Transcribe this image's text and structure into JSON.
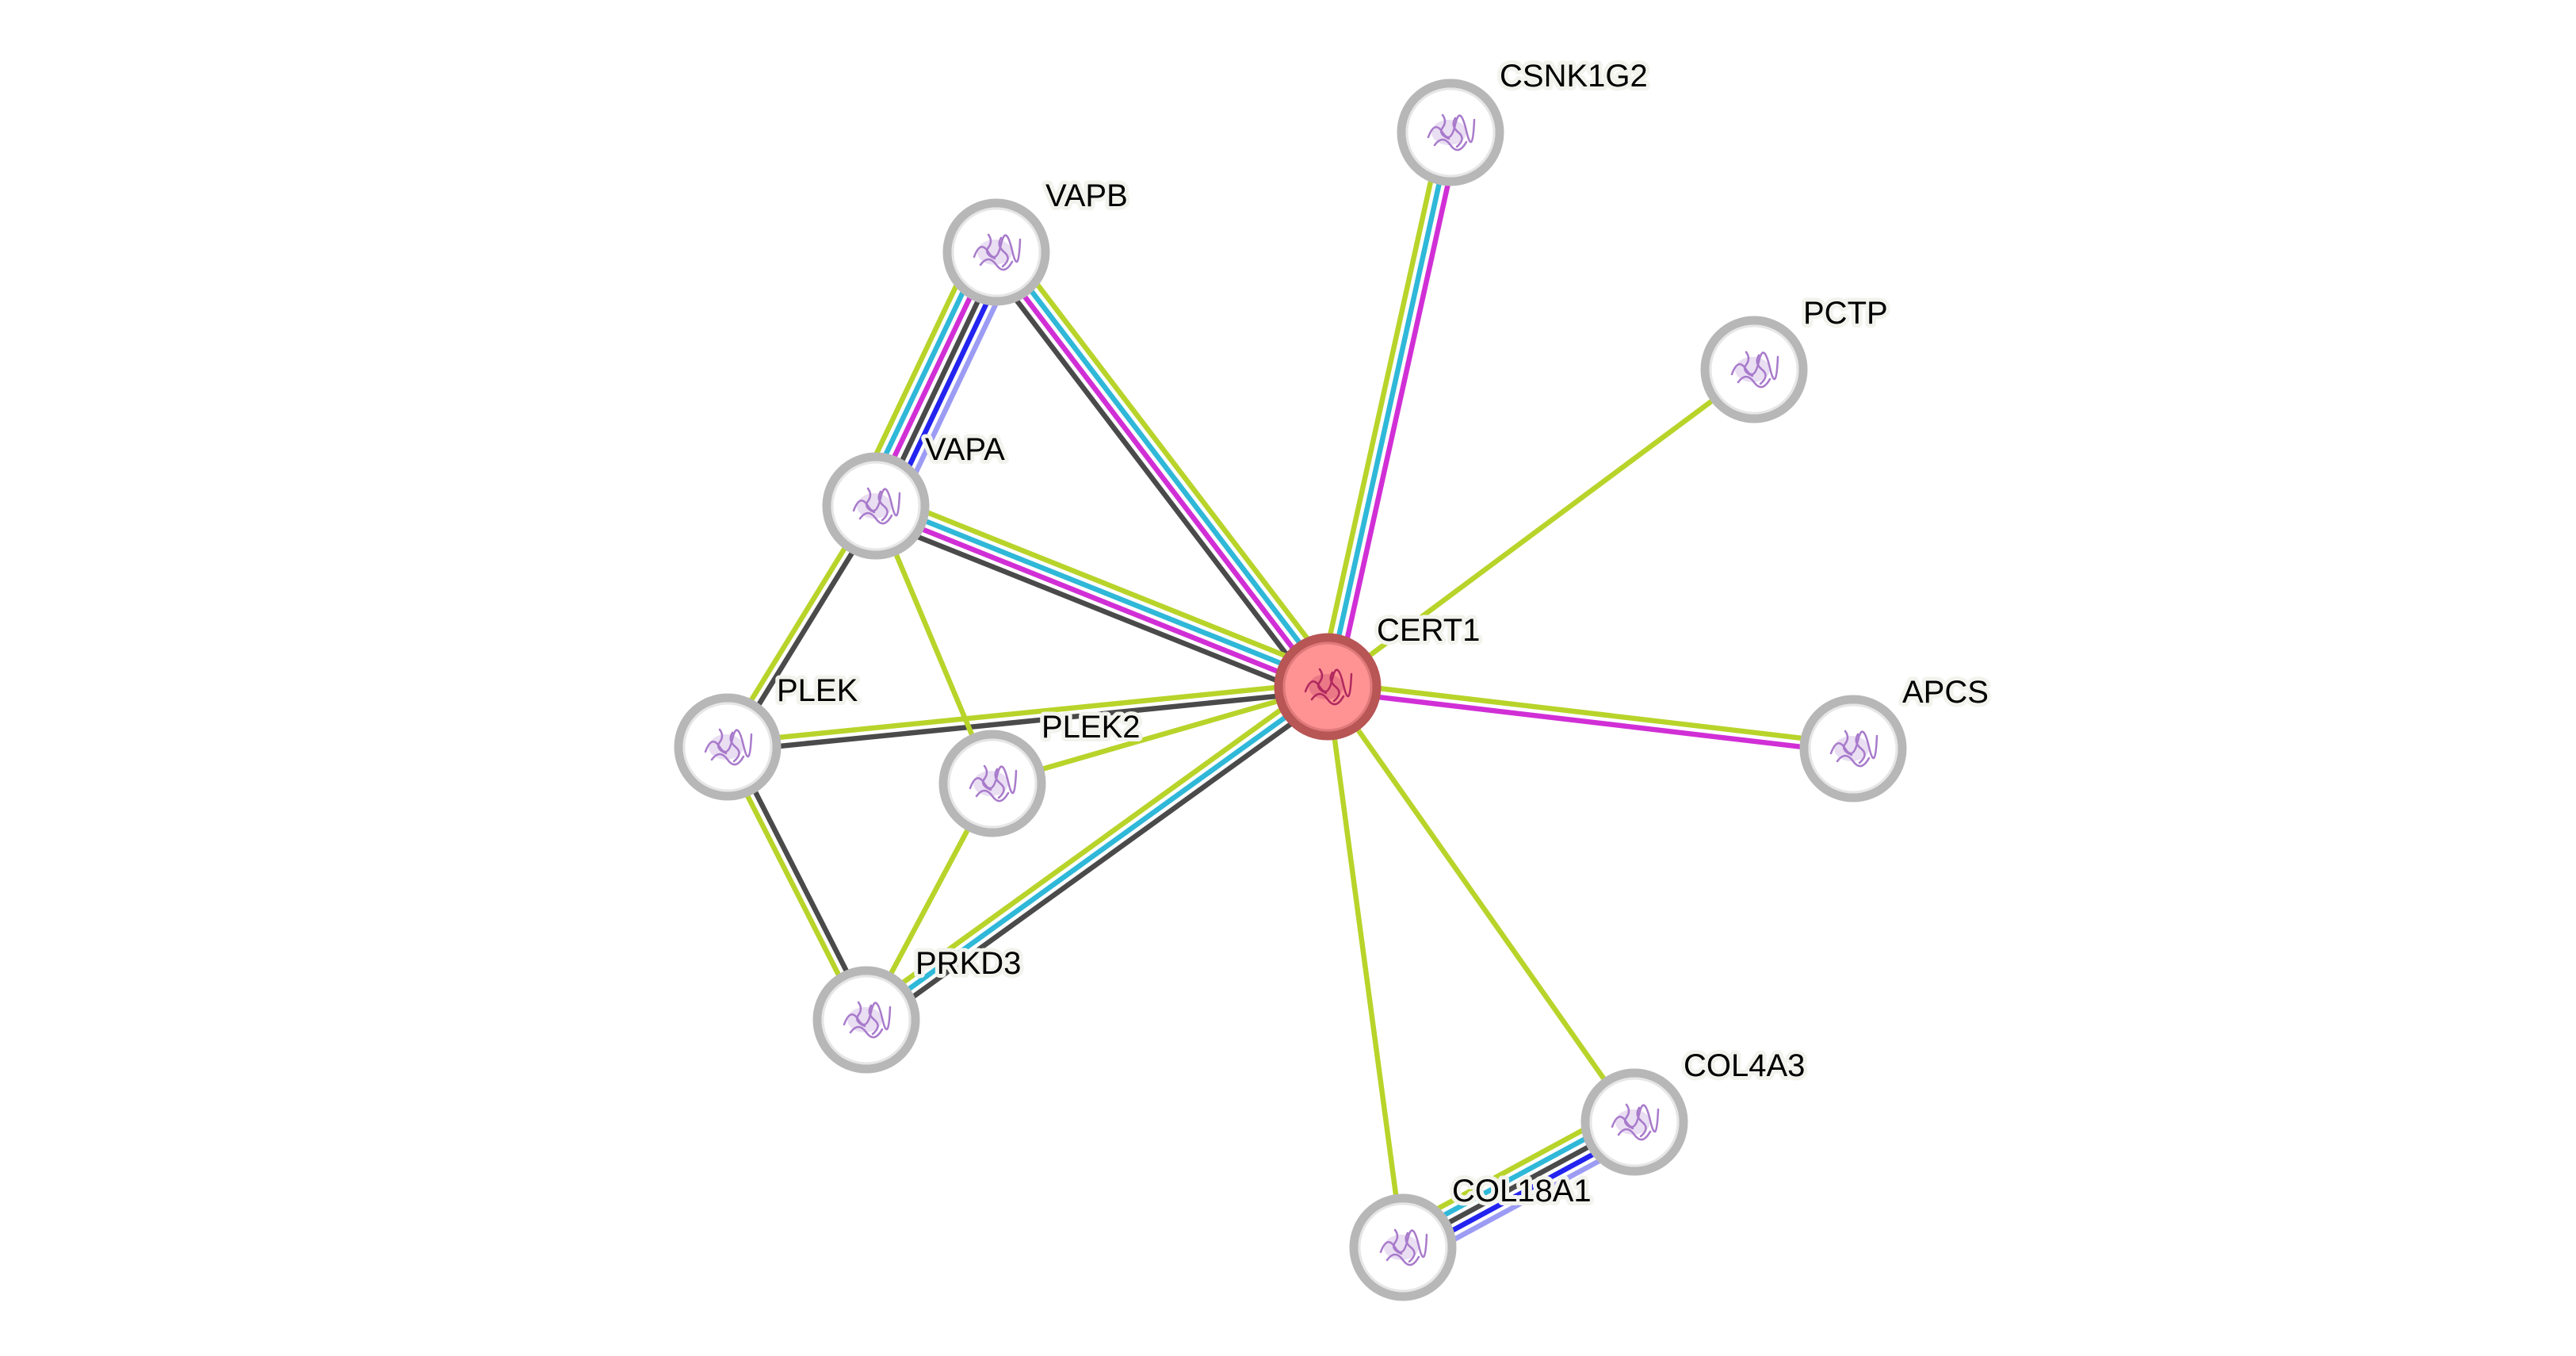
{
  "network": {
    "colors": {
      "yellowgreen": "#b8d42a",
      "cyan": "#2fb8d8",
      "magenta": "#d12fd6",
      "darkgray": "#4a4a4a",
      "blue": "#2323f0",
      "lightblue": "#9c9cf5",
      "node_ring": "#b7b7b7",
      "center_fill": "#ff9393",
      "center_ring": "#b85555",
      "protein_icon": "#a87acb"
    },
    "nodes": [
      {
        "id": "CERT1",
        "label": "CERT1",
        "query": true
      },
      {
        "id": "CSNK1G2",
        "label": "CSNK1G2"
      },
      {
        "id": "PCTP",
        "label": "PCTP"
      },
      {
        "id": "APCS",
        "label": "APCS"
      },
      {
        "id": "VAPB",
        "label": "VAPB"
      },
      {
        "id": "VAPA",
        "label": "VAPA"
      },
      {
        "id": "PLEK",
        "label": "PLEK"
      },
      {
        "id": "PLEK2",
        "label": "PLEK2"
      },
      {
        "id": "PRKD3",
        "label": "PRKD3"
      },
      {
        "id": "COL4A3",
        "label": "COL4A3"
      },
      {
        "id": "COL18A1",
        "label": "COL18A1"
      }
    ],
    "edges": [
      {
        "a": "CERT1",
        "b": "CSNK1G2",
        "evidence": [
          "yellowgreen",
          "cyan",
          "magenta"
        ]
      },
      {
        "a": "CERT1",
        "b": "PCTP",
        "evidence": [
          "yellowgreen"
        ]
      },
      {
        "a": "CERT1",
        "b": "APCS",
        "evidence": [
          "yellowgreen",
          "magenta"
        ]
      },
      {
        "a": "CERT1",
        "b": "VAPB",
        "evidence": [
          "darkgray",
          "magenta",
          "cyan",
          "yellowgreen"
        ]
      },
      {
        "a": "CERT1",
        "b": "VAPA",
        "evidence": [
          "darkgray",
          "magenta",
          "cyan",
          "yellowgreen"
        ]
      },
      {
        "a": "CERT1",
        "b": "PLEK",
        "evidence": [
          "darkgray",
          "yellowgreen"
        ]
      },
      {
        "a": "CERT1",
        "b": "PLEK2",
        "evidence": [
          "yellowgreen"
        ]
      },
      {
        "a": "CERT1",
        "b": "PRKD3",
        "evidence": [
          "darkgray",
          "cyan",
          "yellowgreen"
        ]
      },
      {
        "a": "CERT1",
        "b": "COL4A3",
        "evidence": [
          "yellowgreen"
        ]
      },
      {
        "a": "CERT1",
        "b": "COL18A1",
        "evidence": [
          "yellowgreen"
        ]
      },
      {
        "a": "VAPB",
        "b": "VAPA",
        "evidence": [
          "lightblue",
          "blue",
          "darkgray",
          "magenta",
          "cyan",
          "yellowgreen"
        ]
      },
      {
        "a": "VAPA",
        "b": "PLEK",
        "evidence": [
          "darkgray",
          "yellowgreen"
        ]
      },
      {
        "a": "VAPA",
        "b": "PLEK2",
        "evidence": [
          "yellowgreen"
        ]
      },
      {
        "a": "PLEK",
        "b": "PRKD3",
        "evidence": [
          "darkgray",
          "yellowgreen"
        ]
      },
      {
        "a": "PLEK2",
        "b": "PRKD3",
        "evidence": [
          "yellowgreen"
        ]
      },
      {
        "a": "COL4A3",
        "b": "COL18A1",
        "evidence": [
          "lightblue",
          "blue",
          "darkgray",
          "cyan",
          "yellowgreen"
        ]
      }
    ]
  }
}
